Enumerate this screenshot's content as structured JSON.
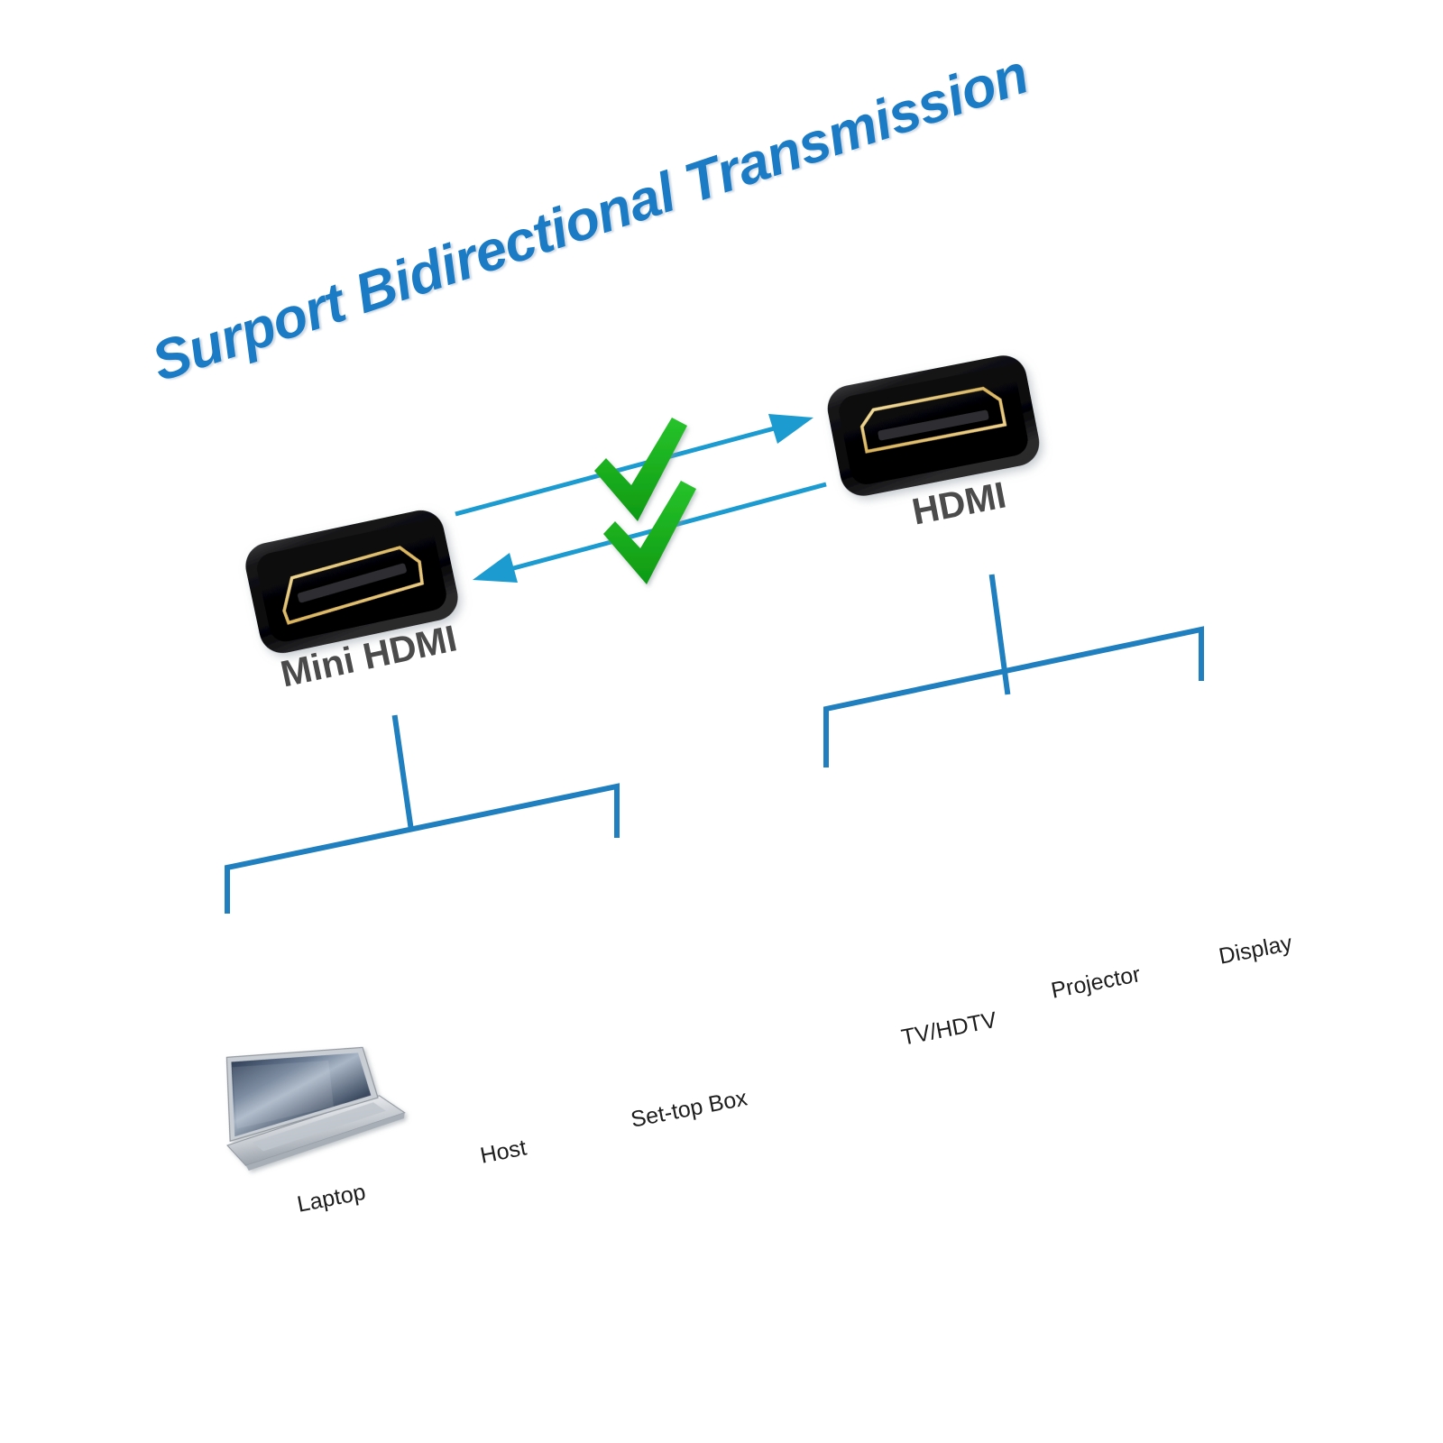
{
  "page": {
    "background_color": "#ffffff",
    "title_text": "Surport Bidirectional Transmission",
    "title_color": "#1B7BC4",
    "accent_line_color": "#1F7FBF",
    "arrow_color": "#1B9BD0",
    "check_color": "#17B01B",
    "label_color": "#4b4b4b"
  },
  "connectors": [
    {
      "id": "hdmi",
      "label": "HDMI",
      "type": "hdmi-port-icon",
      "body_color": "#111111",
      "outline_color": "#E8C978"
    },
    {
      "id": "mini-hdmi",
      "label": "Mini HDMI",
      "type": "mini-hdmi-port-icon",
      "body_color": "#111111",
      "outline_color": "#E8C978"
    }
  ],
  "flow": {
    "arrows": [
      {
        "id": "arrow-to-hdmi",
        "direction": "right",
        "status": "supported"
      },
      {
        "id": "arrow-to-mini-hdmi",
        "direction": "left",
        "status": "supported"
      }
    ],
    "checkmarks": [
      {
        "id": "check-upper",
        "symbol": "check-icon"
      },
      {
        "id": "check-lower",
        "symbol": "check-icon"
      }
    ]
  },
  "source_group": {
    "name": "source-devices",
    "connected_to": "Mini HDMI",
    "devices": [
      {
        "id": "laptop",
        "label": "Laptop",
        "icon": "laptop-icon"
      },
      {
        "id": "host",
        "label": "Host",
        "icon": "desktop-tower-icon"
      },
      {
        "id": "set-top-box",
        "label": "Set-top Box",
        "icon": "set-top-box-icon"
      }
    ]
  },
  "sink_group": {
    "name": "display-devices",
    "connected_to": "HDMI",
    "devices": [
      {
        "id": "tv-hdtv",
        "label": "TV/HDTV",
        "icon": "television-icon"
      },
      {
        "id": "projector",
        "label": "Projector",
        "icon": "projector-icon"
      },
      {
        "id": "display",
        "label": "Display",
        "icon": "monitor-icon"
      }
    ]
  }
}
